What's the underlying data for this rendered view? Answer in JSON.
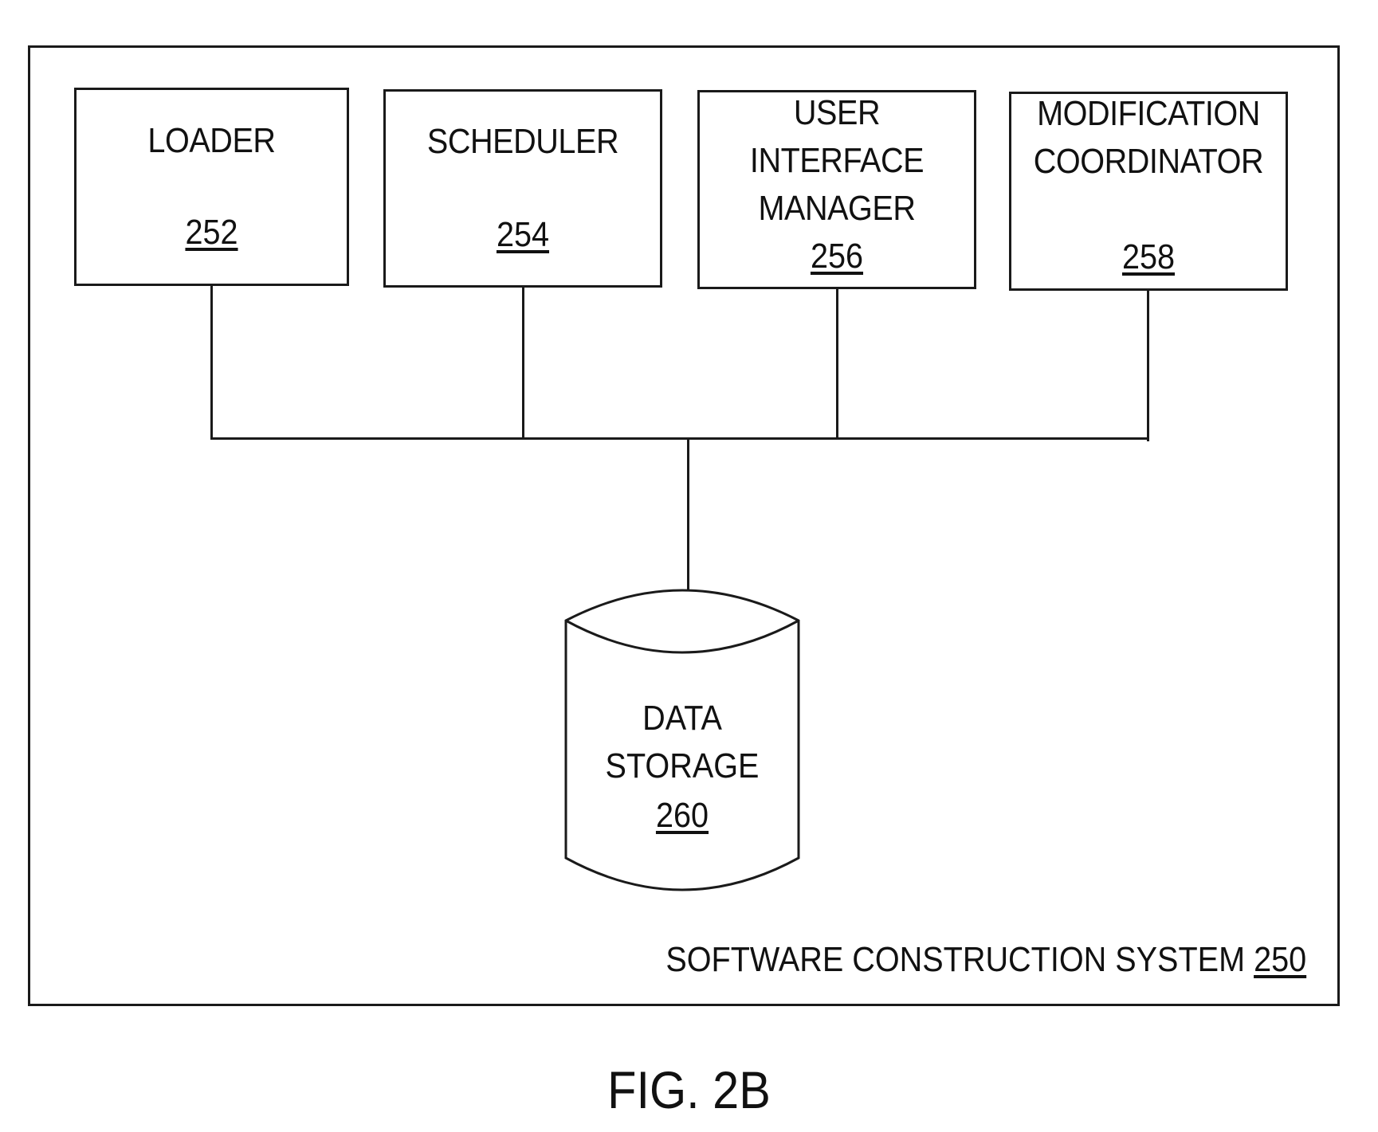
{
  "system": {
    "label": "SOFTWARE CONSTRUCTION SYSTEM",
    "ref": "250"
  },
  "modules": [
    {
      "label": "LOADER",
      "ref": "252"
    },
    {
      "label": "SCHEDULER",
      "ref": "254"
    },
    {
      "label": "USER\nINTERFACE\nMANAGER",
      "ref": "256"
    },
    {
      "label": "MODIFICATION\nCOORDINATOR",
      "ref": "258"
    }
  ],
  "storage": {
    "label_line1": "DATA",
    "label_line2": "STORAGE",
    "ref": "260"
  },
  "figure": {
    "caption": "FIG. 2B"
  }
}
